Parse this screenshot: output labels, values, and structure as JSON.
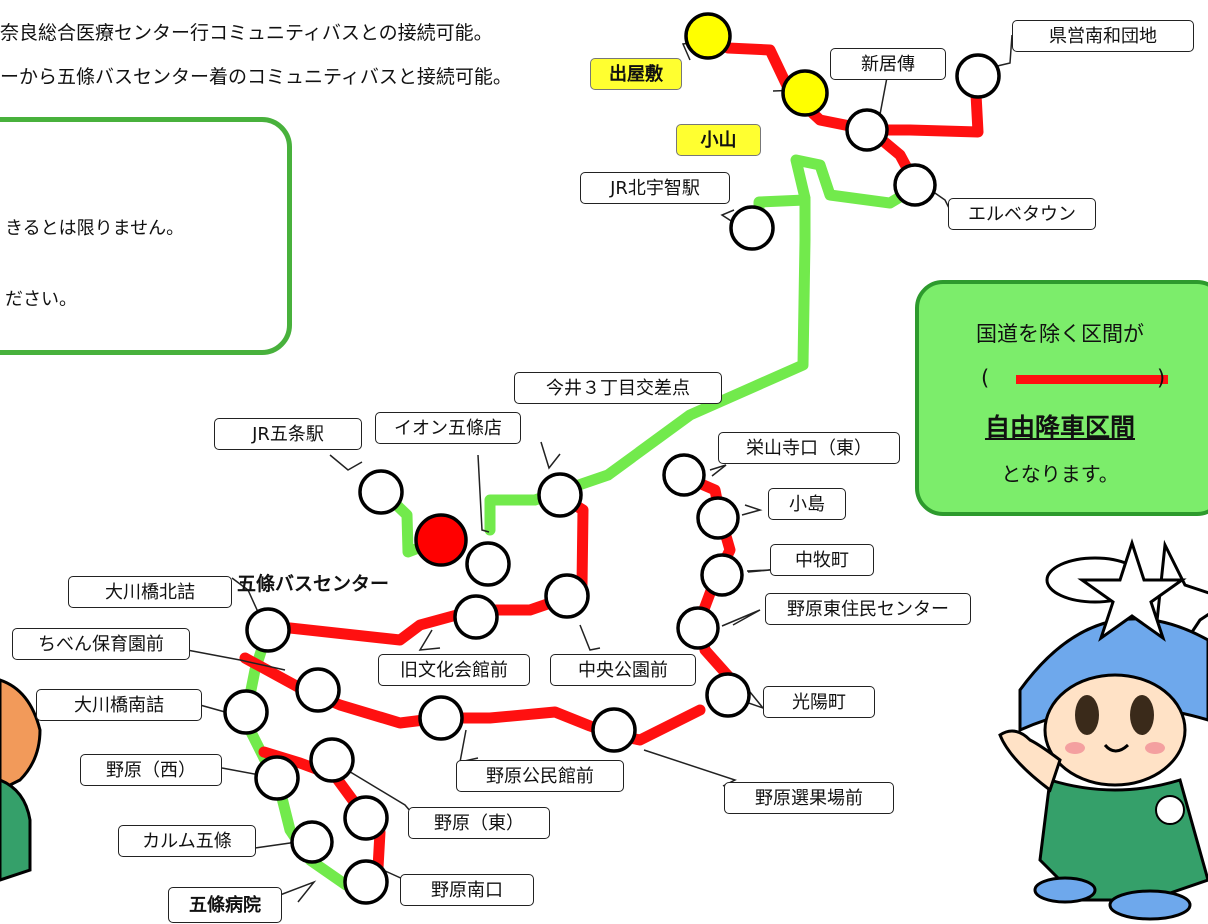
{
  "header_notes": {
    "line1": "奈良総合医療センター行コミュニティバスとの接続可能。",
    "line2": "ーから五條バスセンター着のコミュニティバスと接続可能。"
  },
  "notice": {
    "line1": "きるとは限りません。",
    "line2": "ださい。"
  },
  "legend": {
    "line1": "国道を除く区間が",
    "open_paren": "(",
    "close_paren": ")",
    "emphasis": "自由降車区間",
    "line3": "となります。",
    "bar_color": "#ff1010"
  },
  "colors": {
    "red_route": "#ff1010",
    "green_route": "#72ea4c",
    "stop_fill": "#ffffff",
    "highlight_stop": "#ffff00",
    "terminal_stop": "#ff0000"
  },
  "stops": {
    "demachiya": "出屋敷",
    "koyama": "小山",
    "arai": "新居傳",
    "kenei": "県営南和団地",
    "elbe": "エルベタウン",
    "kitauchi": "JR北宇智駅",
    "imai": "今井３丁目交差点",
    "jrgojo": "JR五条駅",
    "aeon": "イオン五條店",
    "bus_center": "五條バスセンター",
    "eizanji": "栄山寺口（東）",
    "kojima": "小島",
    "nakamaki": "中牧町",
    "nohara_higashi_center": "野原東住民センター",
    "okawa_kita": "大川橋北詰",
    "kyubunka": "旧文化会館前",
    "chuo": "中央公園前",
    "chiben": "ちべん保育園前",
    "koyo": "光陽町",
    "okawa_minami": "大川橋南詰",
    "nohara_kominkan": "野原公民館前",
    "nohara_senka": "野原選果場前",
    "nohara_nishi": "野原（西）",
    "nohara_higashi": "野原（東）",
    "karumu": "カルム五條",
    "nohara_minamiguchi": "野原南口",
    "gojo_hospital": "五條病院"
  }
}
